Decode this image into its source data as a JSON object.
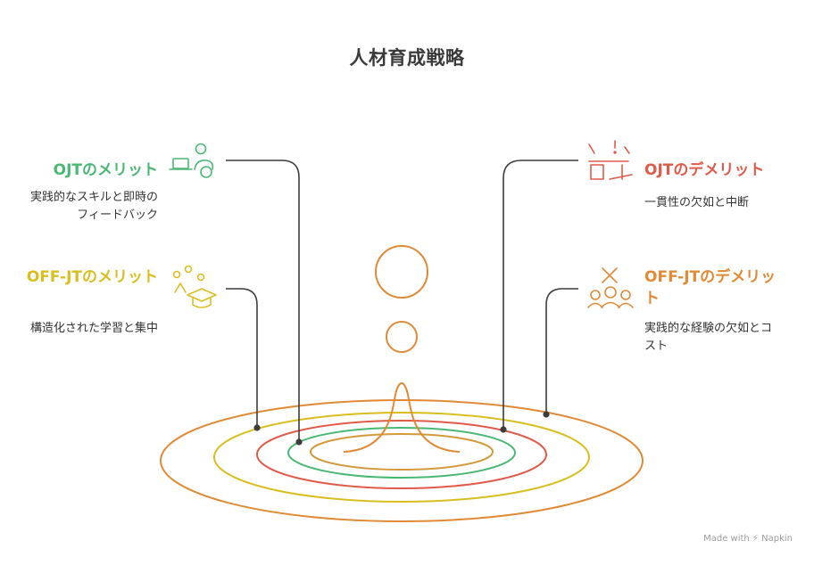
{
  "title": "人材育成戦略",
  "colors": {
    "green": "#4ab874",
    "yellow": "#d9be1f",
    "red": "#e05a4a",
    "orange": "#e08a35",
    "connector": "#3c3c3c",
    "text": "#333333"
  },
  "items": [
    {
      "heading": "OJTのメリット",
      "description": "実践的なスキルと即時のフィードバック",
      "color": "#4ab874",
      "icon": "laptop-user-icon",
      "side": "left"
    },
    {
      "heading": "OFF-JTのメリット",
      "description": "構造化された学習と集中",
      "color": "#d9be1f",
      "icon": "graduation-cap-icon",
      "side": "left"
    },
    {
      "heading": "OJTのデメリット",
      "description": "一貫性の欠如と中断",
      "color": "#e05a4a",
      "icon": "broken-desk-icon",
      "side": "right"
    },
    {
      "heading": "OFF-JTのデメリット",
      "description": "実践的な経験の欠如とコスト",
      "color": "#e08a35",
      "icon": "group-cross-icon",
      "side": "right"
    }
  ],
  "footer": "Made with ⚡ Napkin"
}
